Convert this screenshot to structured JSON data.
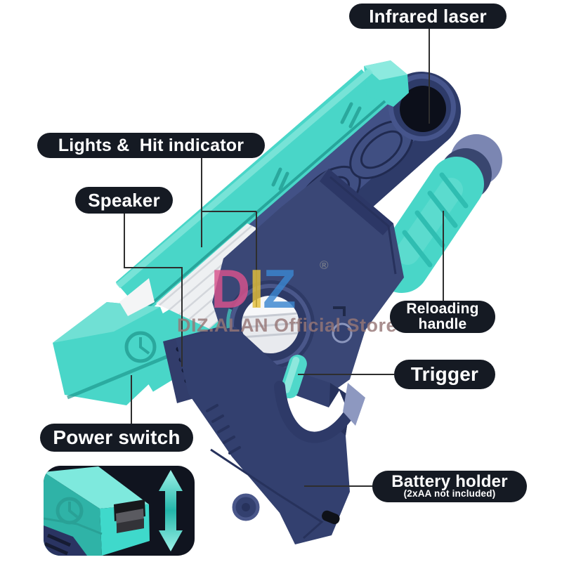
{
  "watermark": {
    "d": "D",
    "i": "I",
    "z": "Z",
    "store": "DIZ.ALAN Official Store",
    "registered": "®"
  },
  "callouts": {
    "infrared_laser": {
      "label": "Infrared laser"
    },
    "lights_hit_indicator": {
      "label": "Lights &  Hit indicator"
    },
    "speaker": {
      "label": "Speaker"
    },
    "reloading_handle": {
      "label_line1": "Reloading",
      "label_line2": "handle"
    },
    "trigger": {
      "label": "Trigger"
    },
    "power_switch": {
      "label": "Power switch"
    },
    "battery_holder": {
      "label": "Battery holder",
      "note": "(2xAA not included)"
    }
  },
  "colors": {
    "pill_bg": "#151a23",
    "teal": "#49d6c8",
    "teal_light": "#8ceadf",
    "teal_dark": "#2aa89d",
    "navy": "#33406f",
    "navy_dark": "#232c52",
    "lavender": "#7b86b2",
    "white_part": "#eef0f2",
    "inset_bg": "#10141f",
    "connector_line": "#2e2e2e",
    "watermark_pink": "#d9538c",
    "watermark_yellow": "#e4c03c",
    "watermark_blue": "#3b86d0"
  }
}
